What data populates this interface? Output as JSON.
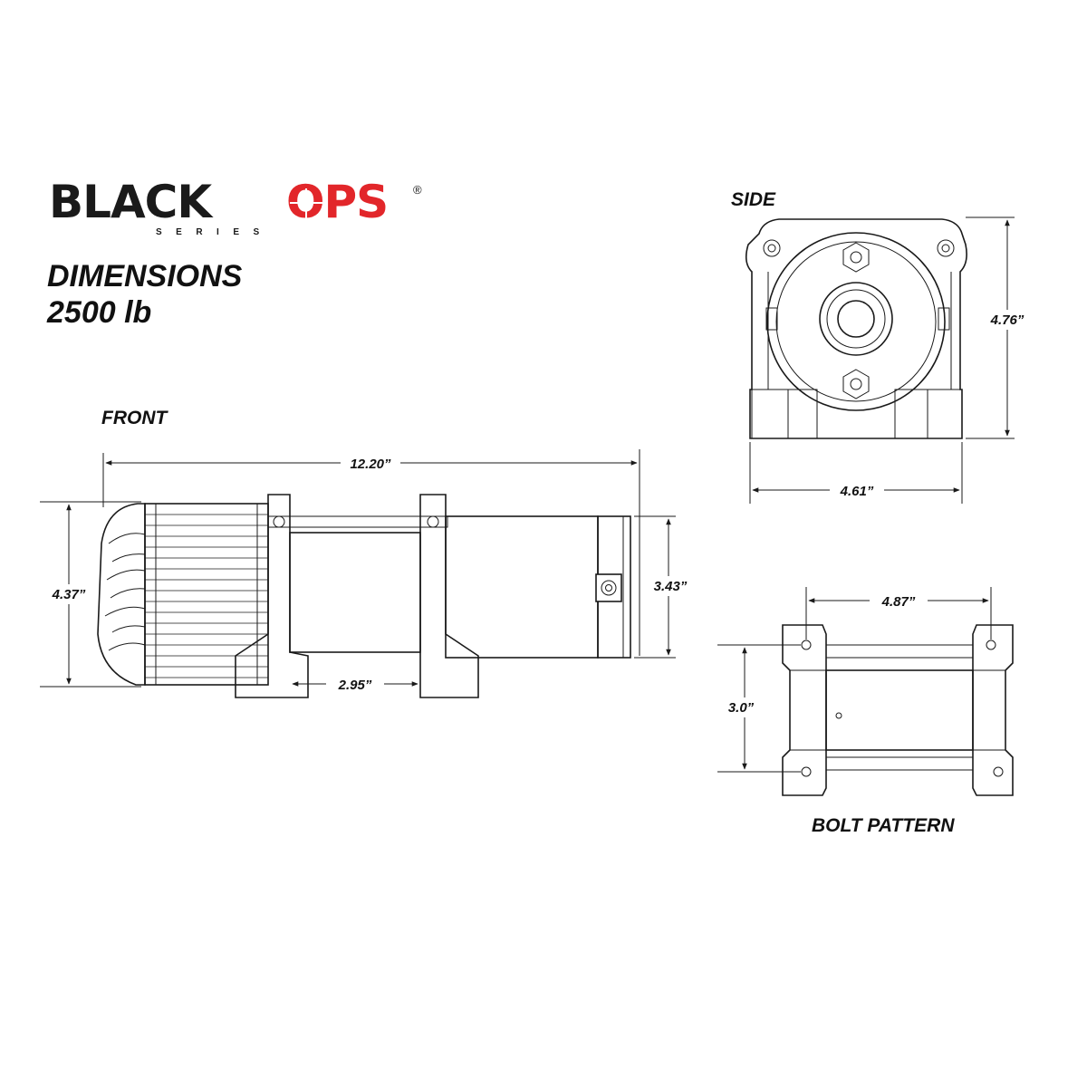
{
  "brand": {
    "word_left": "BLACK",
    "word_right": "OPS",
    "registered": "®",
    "tagline": "SERIES",
    "colors": {
      "left": "#1a1a1a",
      "right": "#e2262a"
    }
  },
  "title": {
    "line1": "DIMENSIONS",
    "line2": "2500 lb"
  },
  "views": {
    "side": {
      "label": "SIDE",
      "height_dim": "4.76”",
      "width_dim": "4.61”"
    },
    "front": {
      "label": "FRONT",
      "overall_length": "12.20”",
      "overall_height": "4.37”",
      "motor_height": "3.43”",
      "foot_spacing": "2.95”"
    },
    "bolt_pattern": {
      "label": "BOLT PATTERN",
      "length_dim": "4.87”",
      "width_dim": "3.0”"
    }
  }
}
